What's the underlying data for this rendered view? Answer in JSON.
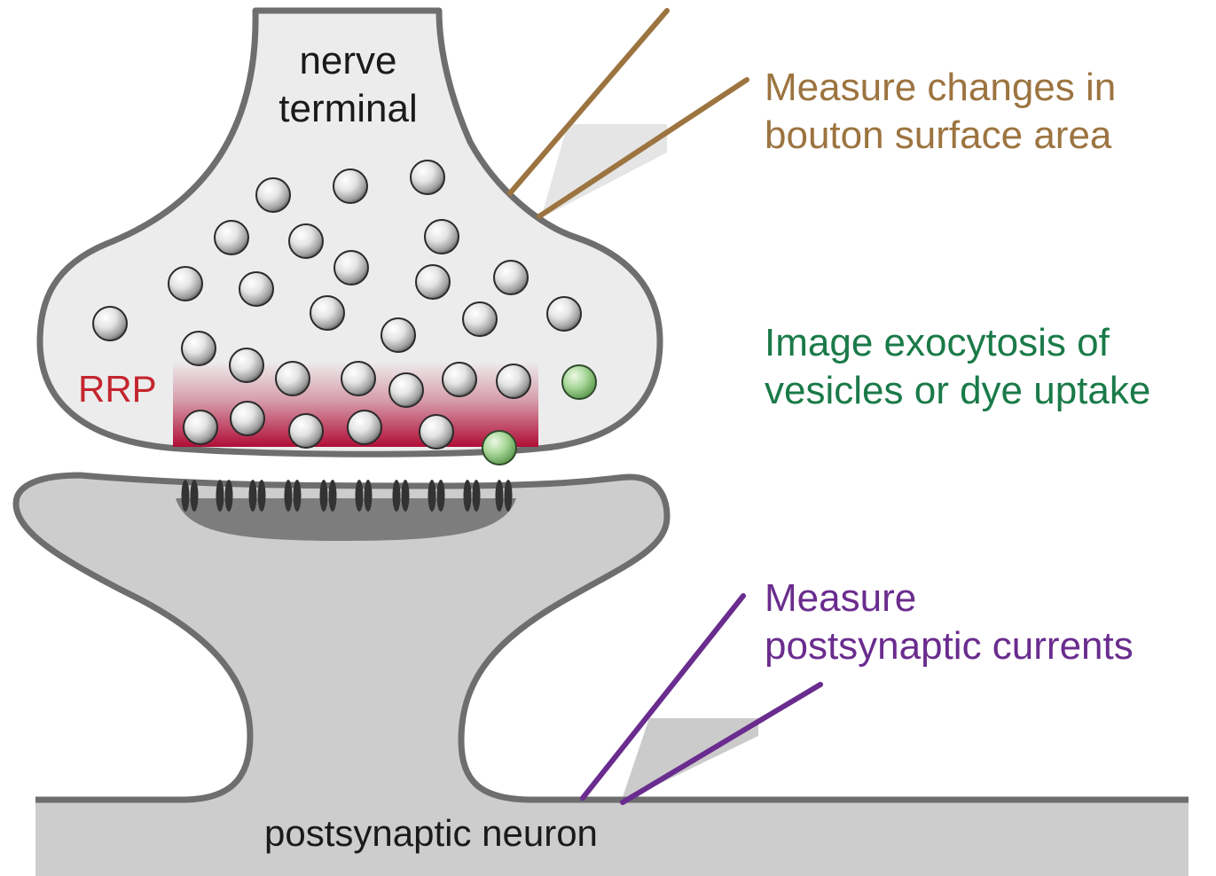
{
  "labels": {
    "nerve_terminal": [
      "nerve",
      "terminal"
    ],
    "rrp": "RRP",
    "postsynaptic_neuron": "postsynaptic neuron"
  },
  "annotations": [
    {
      "id": "surface-area",
      "lines": [
        "Measure changes in",
        "bouton surface area"
      ],
      "color": "#9c7440"
    },
    {
      "id": "exocytosis",
      "lines": [
        "Image exocytosis of",
        "vesicles or dye uptake"
      ],
      "color": "#1a7a48"
    },
    {
      "id": "currents",
      "lines": [
        "Measure",
        "postsynaptic currents"
      ],
      "color": "#6a2c8e"
    }
  ],
  "colors": {
    "terminal_fill": "#ececec",
    "membrane": "#6e6e6e",
    "postsynaptic_fill": "#cdcdcd",
    "density": "#7d7d7d",
    "rrp": "#b00d36",
    "rrp_label": "#c4262e",
    "vesicle": "#ffffff",
    "vesicle_fused": "#8dcc7e",
    "receptor": "#333333"
  },
  "icons": {
    "vesicle": "vesicle-icon",
    "fused_vesicle": "fused-vesicle-icon",
    "receptor": "receptor-icon",
    "electrode": "electrode-icon"
  }
}
